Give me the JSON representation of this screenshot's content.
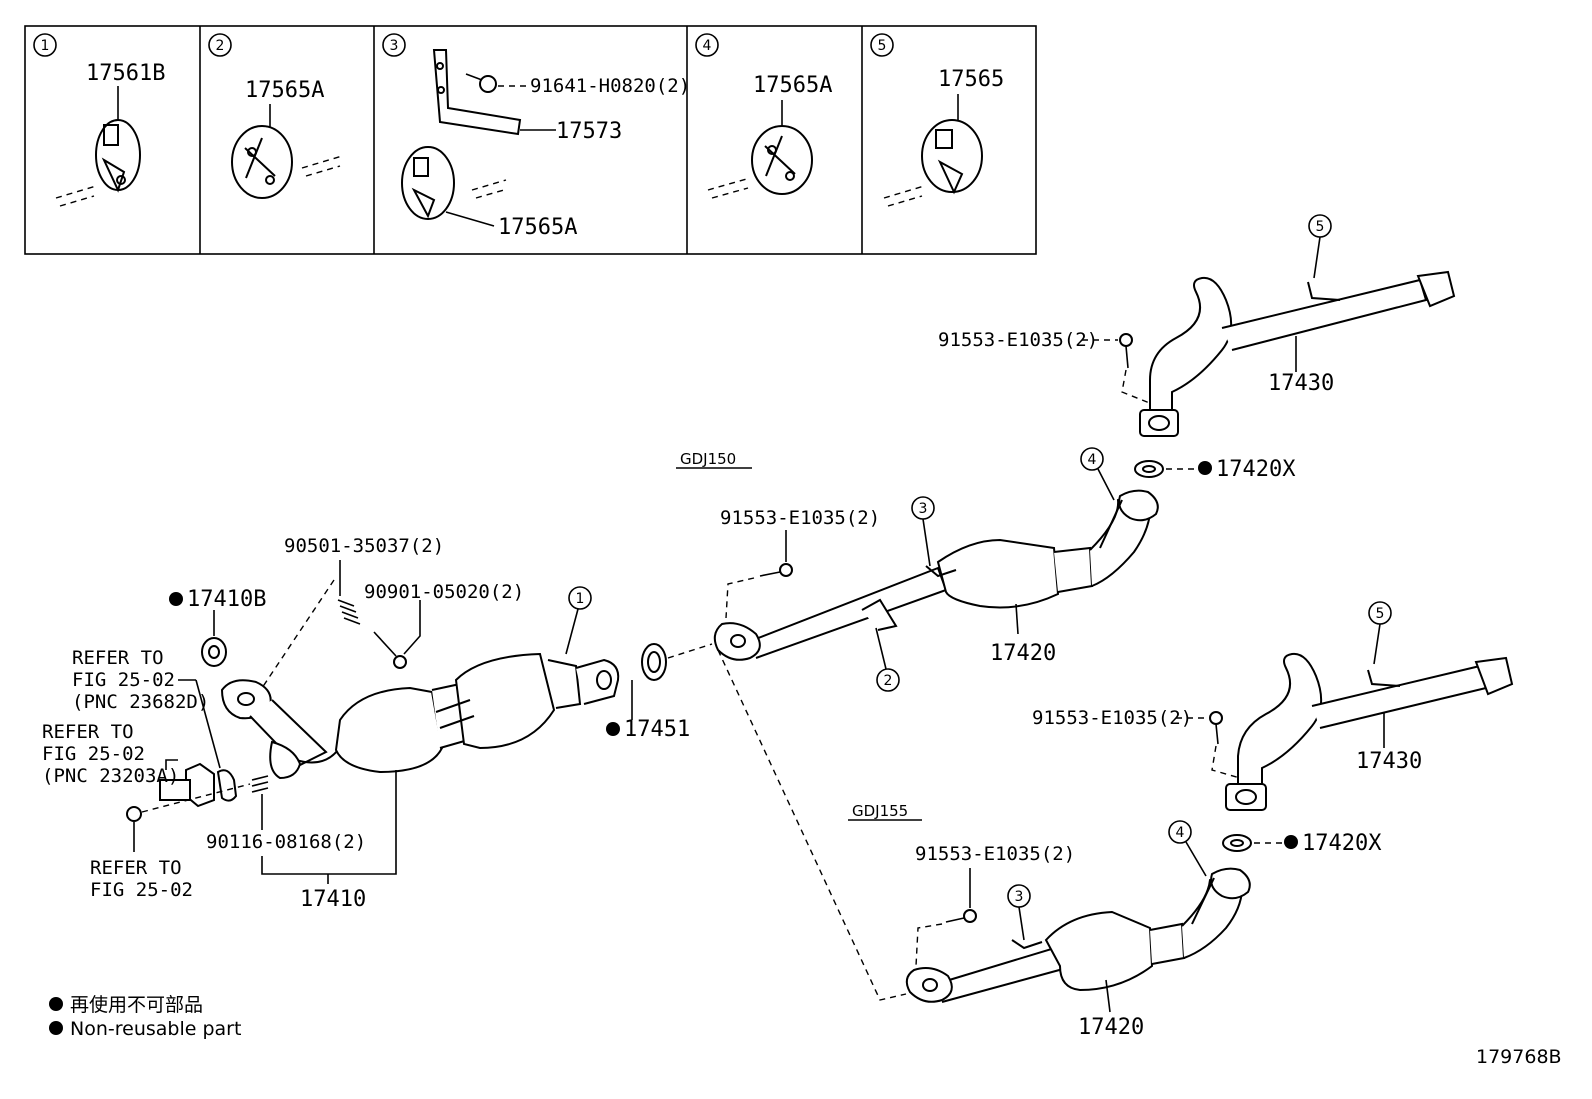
{
  "insets": [
    {
      "index": "1",
      "label": "17561B"
    },
    {
      "index": "2",
      "label": "17565A"
    },
    {
      "index": "3",
      "label_top": "91641-H0820(2)",
      "label_mid": "17573",
      "label_bot": "17565A"
    },
    {
      "index": "4",
      "label": "17565A"
    },
    {
      "index": "5",
      "label": "17565"
    }
  ],
  "variants": {
    "gdj150": "GDJ150",
    "gdj155": "GDJ155"
  },
  "labels": {
    "p17430_top": "17430",
    "bolt_17430_top": "91553-E1035(2)",
    "gasket_17420x_top": "17420X",
    "bolt_17420_top": "91553-E1035(2)",
    "p17420_top": "17420",
    "p17430_mid": "17430",
    "bolt_17430_mid": "91553-E1035(2)",
    "gasket_17420x_mid": "17420X",
    "bolt_17420_bot": "91553-E1035(2)",
    "p17420_bot": "17420",
    "stud_90501": "90501-35037(2)",
    "bolt_90901": "90901-05020(2)",
    "gasket_17410b": "17410B",
    "ref1_l1": "REFER TO",
    "ref1_l2": "FIG 25-02",
    "ref1_l3": "(PNC 23682D)",
    "ref2_l1": "REFER TO",
    "ref2_l2": "FIG 25-02",
    "ref2_l3": "(PNC 23203A)",
    "ref3_l1": "REFER TO",
    "ref3_l2": "FIG 25-02",
    "stud_90116": "90116-08168(2)",
    "p17410": "17410",
    "gasket_17451": "17451"
  },
  "callouts": {
    "c1": "1",
    "c2": "2",
    "c3": "3",
    "c4": "4",
    "c5": "5"
  },
  "legend": {
    "jp": "再使用不可部品",
    "en": "Non-reusable part"
  },
  "figure_id": "179768B"
}
